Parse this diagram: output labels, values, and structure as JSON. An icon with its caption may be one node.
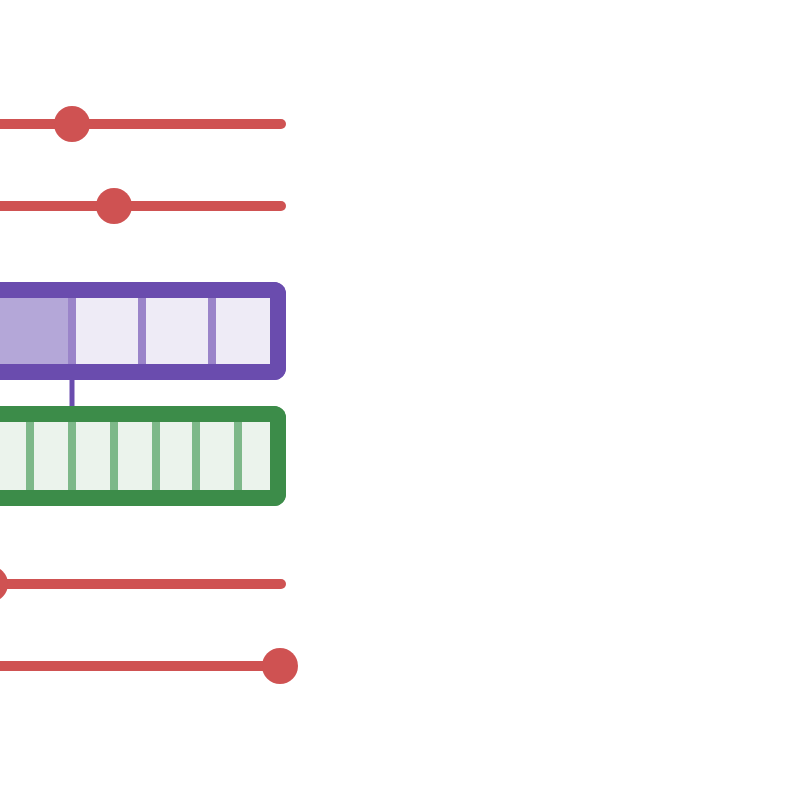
{
  "diagram": {
    "nodes": [
      {
        "text": [],
        "shape": "bar"
      },
      {
        "text": [],
        "shape": "bar"
      }
    ],
    "edges": [
      {
        "from": 0,
        "to": 1,
        "arrow": "none"
      }
    ]
  }
}
